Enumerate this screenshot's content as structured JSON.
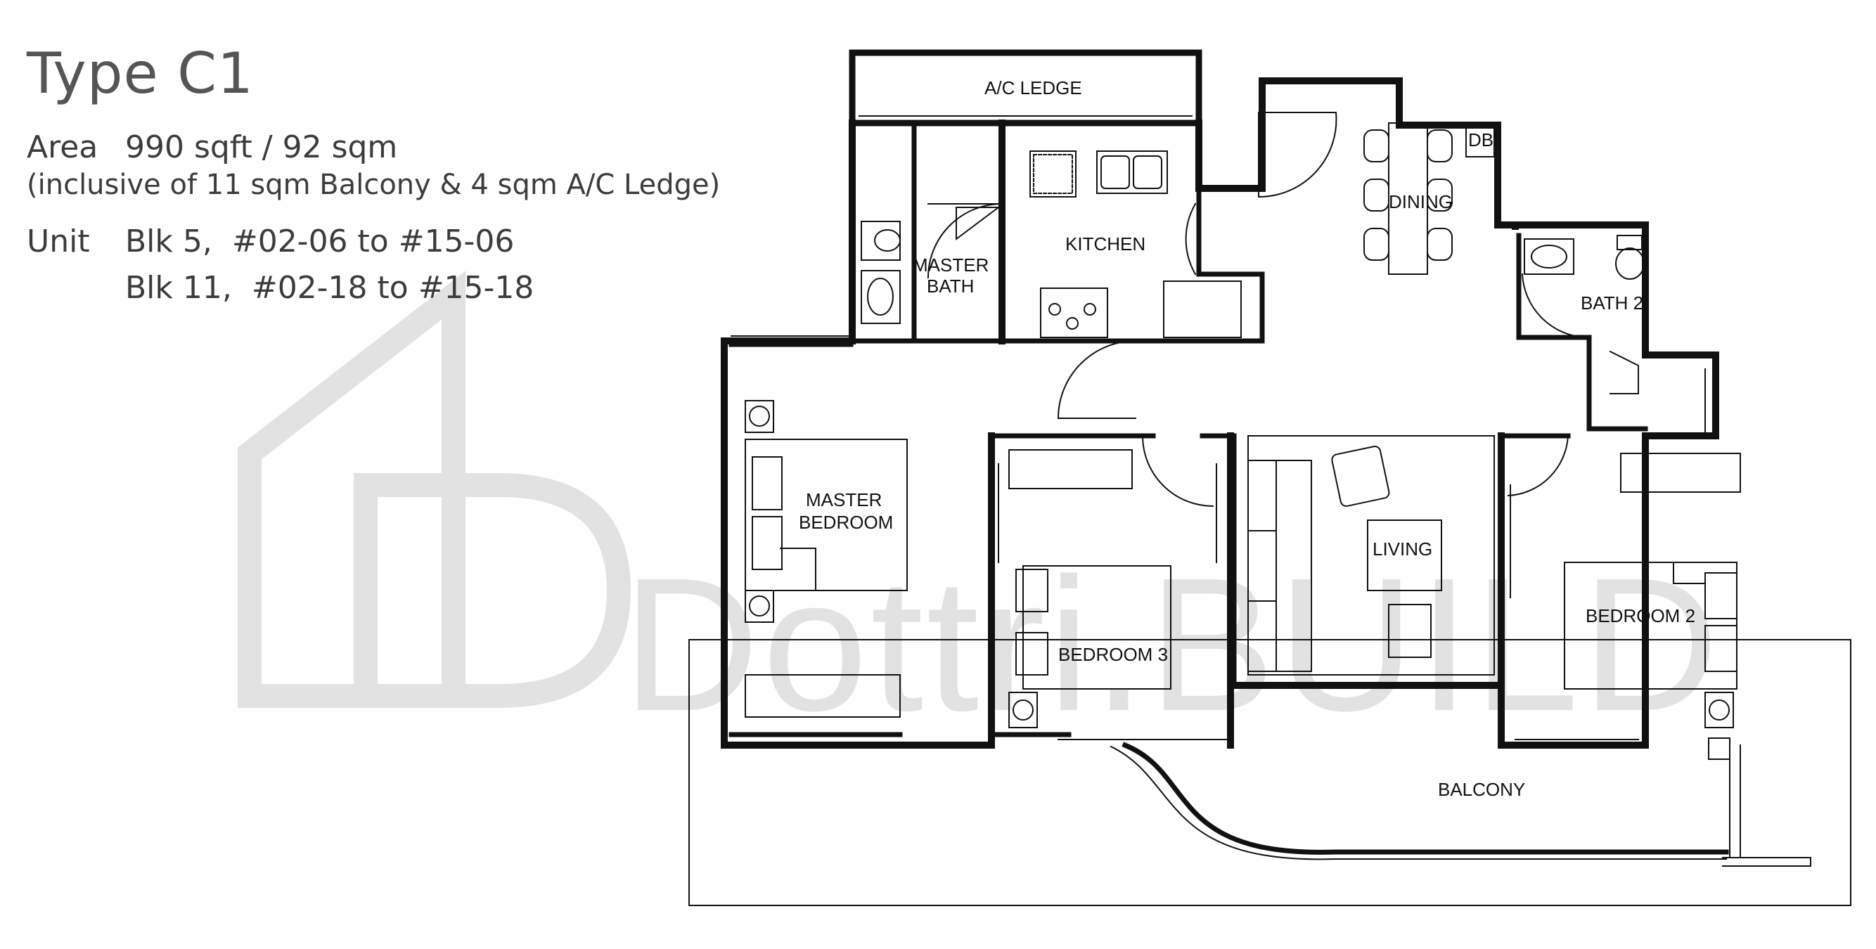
{
  "header": {
    "title": "Type C1",
    "area_label": "Area",
    "area_value": "990 sqft / 92 sqm",
    "area_note": "(inclusive of 11 sqm Balcony & 4 sqm A/C Ledge)",
    "unit_label": "Unit",
    "unit_lines": [
      "Blk 5,  #02-06 to #15-06",
      "Blk 11,  #02-18 to #15-18"
    ]
  },
  "rooms": {
    "ac_ledge": "A/C LEDGE",
    "master_bath_1": "MASTER",
    "master_bath_2": "BATH",
    "kitchen": "KITCHEN",
    "dining": "DINING",
    "db": "DB",
    "bath2": "BATH 2",
    "master_bedroom_1": "MASTER",
    "master_bedroom_2": "BEDROOM",
    "bedroom3": "BEDROOM 3",
    "living": "LIVING",
    "bedroom2": "BEDROOM 2",
    "balcony": "BALCONY"
  },
  "watermark": {
    "text": "Dottri.BUILD",
    "color": "#e2e2e2"
  },
  "colors": {
    "wall": "#111111",
    "line": "#222222",
    "header_text": "#4a4a4a"
  }
}
